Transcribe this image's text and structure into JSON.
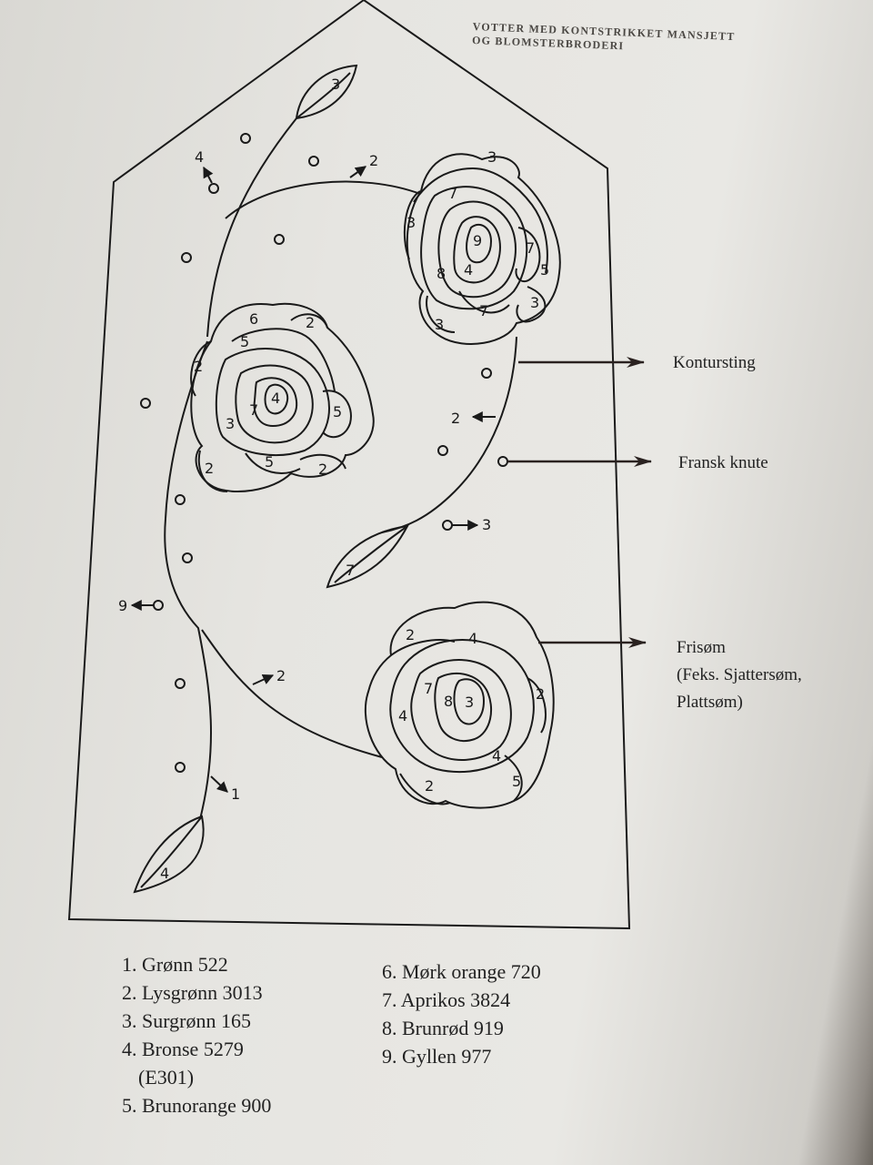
{
  "header": {
    "line1": "VOTTER MED KONTSTRIKKET MANSJETT",
    "line2": "OG BLOMSTERBRODERI"
  },
  "stitch_labels": {
    "contour": "Kontursting",
    "french_knot": "Fransk knute",
    "free_stitch_line1": "Frisøm",
    "free_stitch_line2": "(Feks. Sjattersøm,",
    "free_stitch_line3": "Plattsøm)"
  },
  "diagram_numbers": {
    "leaf_top": "3",
    "arrow_top_left": "4",
    "arrow_top": "2",
    "arrow_mid": "2",
    "arrow_knot": "3",
    "arrow_left": "9",
    "arrow_lower": "2",
    "arrow_bottom": "1",
    "leaf_mid": "7",
    "leaf_bottom": "4",
    "rose1": [
      "3",
      "7",
      "3",
      "9",
      "4",
      "8",
      "7",
      "5",
      "3",
      "7",
      "3"
    ],
    "rose2": [
      "6",
      "2",
      "5",
      "2",
      "4",
      "7",
      "3",
      "5",
      "2",
      "5",
      "2"
    ],
    "rose3": [
      "2",
      "4",
      "7",
      "8",
      "3",
      "4",
      "2",
      "4",
      "5",
      "2"
    ]
  },
  "legend_left": [
    "1. Grønn 522",
    "2. Lysgrønn 3013",
    "3. Surgrønn 165",
    "4. Bronse 5279",
    "(E301)",
    "5. Brunorange 900"
  ],
  "legend_right": [
    "6. Mørk orange 720",
    "7. Aprikos 3824",
    "8. Brunrød 919",
    "9. Gyllen 977"
  ]
}
